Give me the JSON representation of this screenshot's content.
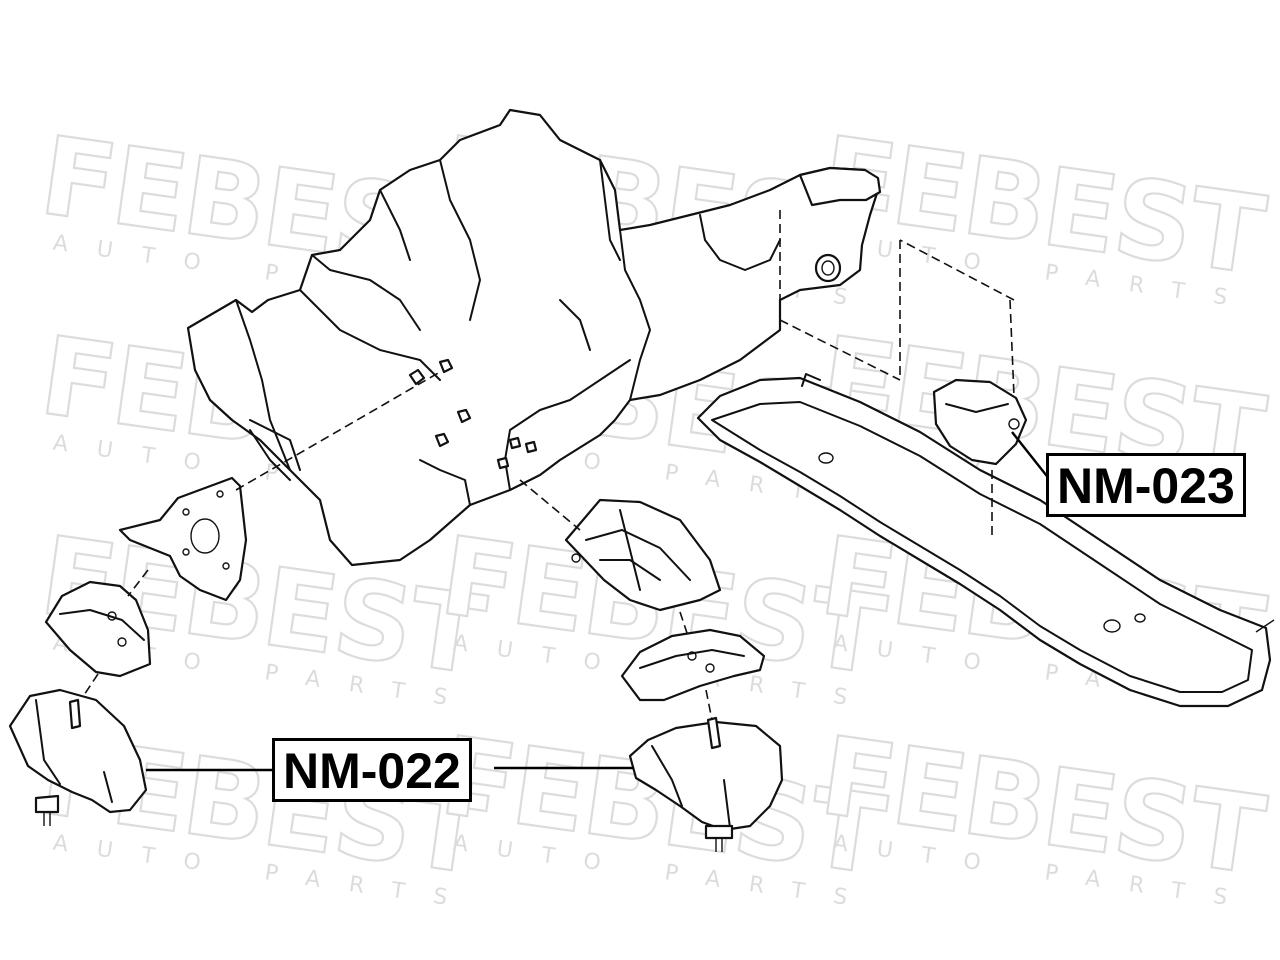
{
  "watermark": {
    "brand": "FEBEST",
    "tagline": "AUTO PARTS"
  },
  "callouts": {
    "nm022": "NM-022",
    "nm023": "NM-023"
  }
}
